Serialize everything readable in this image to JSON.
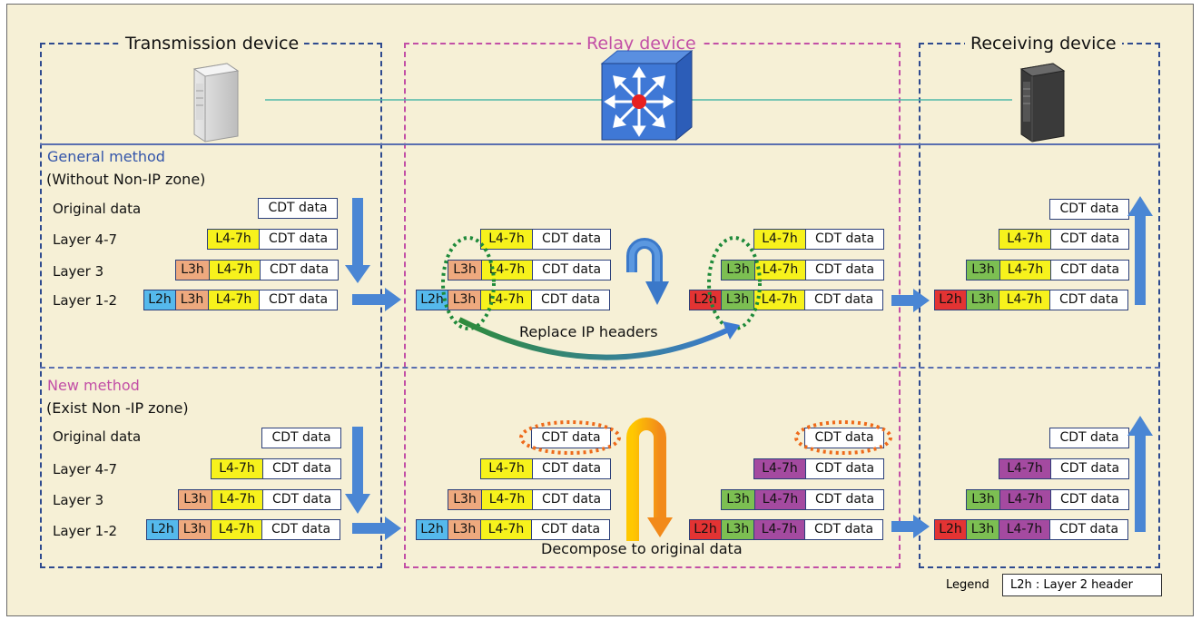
{
  "regions": {
    "transmission_title": "Transmission device",
    "relay_title": "Relay device",
    "receiving_title": "Receiving device"
  },
  "general": {
    "title": "General method",
    "subtitle": "(Without Non-IP zone)",
    "annotation": "Replace IP headers"
  },
  "new": {
    "title": "New method",
    "subtitle": "(Exist Non -IP zone)",
    "annotation": "Decompose to original data"
  },
  "layers": {
    "general": [
      "Original data",
      "Layer 4-7",
      "Layer 3",
      "Layer 1-2"
    ],
    "new": [
      "Original data",
      "Layer 4-7",
      "Layer 3",
      "Layer 1-2"
    ]
  },
  "cells": {
    "data": "CDT data",
    "l47": "L4-7h",
    "l3": "L3h",
    "l2": "L2h"
  },
  "legend": {
    "label": "Legend",
    "item": "L2h : Layer 2 header"
  },
  "colors": {
    "transmission_border": "#2e4a8f",
    "relay_border": "#c24fa6",
    "receiving_border": "#2e4a8f",
    "general_title": "#3355aa",
    "new_title": "#c24fa6",
    "l47_header": "#f7f21c",
    "l47_header_new": "#a44aa0",
    "l3_header_orig": "#eea97e",
    "l3_header_new": "#7cbf52",
    "l2_header_orig": "#55b9ec",
    "l2_header_new": "#e33333"
  },
  "icons": {
    "transmission": "server-tower-icon",
    "relay": "network-switch-icon",
    "receiving": "server-tower-icon"
  }
}
